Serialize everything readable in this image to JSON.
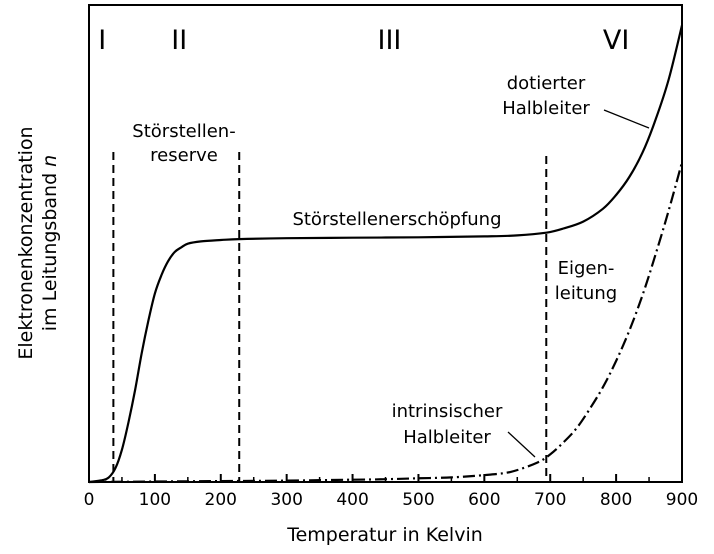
{
  "chart_data": {
    "type": "line",
    "xlabel": "Temperatur in Kelvin",
    "ylabel_line1": "Elektronenkonzentration",
    "ylabel_line2": "im Leitungsband n",
    "xlim": [
      0,
      900
    ],
    "ylim": [
      0,
      1
    ],
    "y_ticks_shown": false,
    "grid": false,
    "x_ticks": [
      0,
      100,
      200,
      300,
      400,
      500,
      600,
      700,
      800,
      900
    ],
    "regions": [
      {
        "label": "I",
        "x": 20
      },
      {
        "label": "II",
        "x": 137
      },
      {
        "label": "III",
        "x": 456
      },
      {
        "label": "VI",
        "x": 800
      }
    ],
    "boundaries": [
      37,
      228,
      694
    ],
    "annotations": [
      {
        "key": "reserve",
        "lines": [
          "Störstellen-",
          "reserve"
        ]
      },
      {
        "key": "erschoepfung",
        "lines": [
          "Störstellenerschöpfung"
        ]
      },
      {
        "key": "eigen",
        "lines": [
          "Eigen-",
          "leitung"
        ]
      },
      {
        "key": "dotiert",
        "lines": [
          "dotierter",
          "Halbleiter"
        ]
      },
      {
        "key": "intrinsisch",
        "lines": [
          "intrinsischer",
          "Halbleiter"
        ]
      }
    ],
    "series": [
      {
        "name": "dotierter Halbleiter",
        "style": "solid",
        "color": "#000000",
        "x": [
          0,
          20,
          30,
          40,
          50,
          60,
          70,
          80,
          90,
          100,
          110,
          120,
          130,
          140,
          150,
          170,
          200,
          228,
          300,
          400,
          500,
          600,
          650,
          694,
          720,
          750,
          780,
          800,
          820,
          840,
          860,
          880,
          900
        ],
        "y": [
          0,
          0.004,
          0.01,
          0.03,
          0.07,
          0.13,
          0.2,
          0.28,
          0.35,
          0.41,
          0.45,
          0.48,
          0.5,
          0.51,
          0.518,
          0.523,
          0.526,
          0.528,
          0.53,
          0.531,
          0.532,
          0.534,
          0.536,
          0.542,
          0.551,
          0.566,
          0.594,
          0.624,
          0.663,
          0.716,
          0.788,
          0.876,
          0.993
        ]
      },
      {
        "name": "intrinsischer Halbleiter",
        "style": "dashdot",
        "color": "#000000",
        "x": [
          0,
          100,
          200,
          300,
          400,
          450,
          500,
          550,
          600,
          640,
          680,
          700,
          720,
          740,
          760,
          780,
          800,
          820,
          840,
          860,
          880,
          900
        ],
        "y": [
          0,
          0.001,
          0.002,
          0.003,
          0.005,
          0.006,
          0.008,
          0.01,
          0.015,
          0.022,
          0.042,
          0.06,
          0.086,
          0.117,
          0.159,
          0.206,
          0.263,
          0.329,
          0.406,
          0.495,
          0.591,
          0.695
        ]
      }
    ]
  }
}
